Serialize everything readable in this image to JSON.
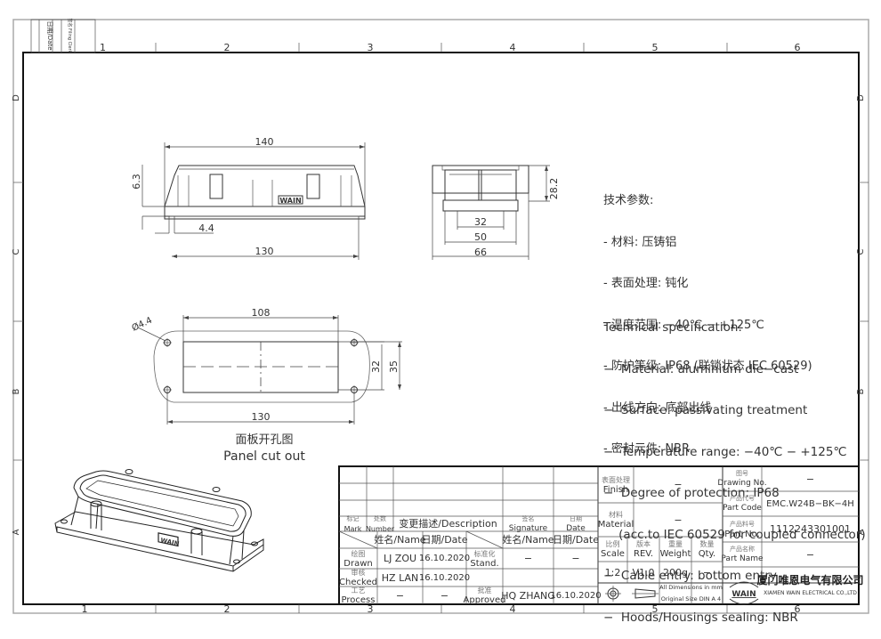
{
  "frame": {
    "columns": [
      "1",
      "2",
      "3",
      "4",
      "5",
      "6"
    ],
    "rows": [
      "D",
      "C",
      "B",
      "A"
    ],
    "corner_stamp": {
      "date_label": "日期/Date",
      "filing_label": "签名 Filing Clerk"
    }
  },
  "views": {
    "front": {
      "dims": {
        "overall_width": "140",
        "height": "6.3",
        "hole_offset": "4.4",
        "hole_span": "130"
      },
      "logo_text": "WAIN"
    },
    "side": {
      "dims": {
        "height": "28.2",
        "inner": "32",
        "middle": "50",
        "overall": "66"
      }
    },
    "panel_cutout": {
      "dims": {
        "hole_dia": "Ø4.4",
        "cut_width": "108",
        "cut_height": "32",
        "hole_pitch_v": "35",
        "hole_pitch_h": "130"
      },
      "title_cn": "面板开孔图",
      "title_en": "Panel cut out"
    },
    "iso": {
      "logo_text": "WAIN"
    }
  },
  "spec_cn": {
    "title": "技术参数:",
    "items": [
      "- 材料: 压铸铝",
      "- 表面处理: 钝化",
      "- 温度范围: −40℃ − +125℃",
      "- 防护等级: IP68 (联锁状态,IEC 60529)",
      "- 出线方向: 底部出线",
      "- 密封元件: NBR"
    ]
  },
  "spec_en": {
    "title": "Technical specification:",
    "items": [
      "−  Material: aluminium die−cast",
      "−  Surface: passivating treatment",
      "−  Temperature range: −40℃ − +125℃",
      "−  Degree of protection: IP68",
      "    (acc.to IEC 60529 for coupled connector)",
      "−  Cable entry: bottom entry",
      "−  Hoods/Housings sealing: NBR"
    ]
  },
  "title_block": {
    "revision": {
      "mark_cn": "标记",
      "mark_en": "Mark",
      "number_cn": "处数",
      "number_en": "Number",
      "description": "变更描述/Description",
      "signature_cn": "签名",
      "signature_en": "Signature",
      "date_cn": "日期",
      "date_en": "Date"
    },
    "approvals": {
      "name_header": "姓名/Name",
      "date_header": "日期/Date",
      "drawn_cn": "绘图",
      "drawn_en": "Drawn",
      "drawn_name": "LJ  ZOU",
      "drawn_date": "16.10.2020",
      "checked_cn": "审核",
      "checked_en": "Checked",
      "checked_name": "HZ  LAN",
      "checked_date": "16.10.2020",
      "process_cn": "工艺",
      "process_en": "Process",
      "process_name": "−",
      "process_date": "−",
      "stand_cn": "标准化",
      "stand_en": "Stand.",
      "stand_name": "−",
      "stand_date": "−",
      "approved_cn": "批准",
      "approved_en": "Approved",
      "approved_name": "HQ  ZHANG",
      "approved_date": "16.10.2020"
    },
    "finish_cn": "表面处理",
    "finish_en": "Finish",
    "finish_value": "−",
    "material_cn": "材料",
    "material_en": "Material",
    "material_value": "−",
    "scale_cn": "比例",
    "scale_en": "Scale",
    "scale_value": "1:2",
    "rev_cn": "版本",
    "rev_en": "REV.",
    "rev_value": "V1.0",
    "weight_cn": "重量",
    "weight_en": "Weight",
    "weight_value": "200g",
    "qty_cn": "数量",
    "qty_en": "Qty.",
    "qty_value": "−",
    "dims_note_1": "All Dimensions in mm",
    "dims_note_2": "Original Size DIN A 4",
    "drawing_no_cn": "图号",
    "drawing_no_en": "Drawing No.",
    "drawing_no_value": "−",
    "part_code_cn": "产品代号",
    "part_code_en": "Part Code",
    "part_code_value": "EMC.W24B−BK−4H",
    "part_no_cn": "产品料号",
    "part_no_en": "Part No.",
    "part_no_value": "1112243301001",
    "part_name_cn": "产品名称",
    "part_name_en": "Part Name",
    "part_name_value": "−",
    "company_logo": "WAIN",
    "company_cn": "厦门唯恩电气有限公司",
    "company_en": "XIAMEN WAIN ELECTRICAL CO.,LTD"
  }
}
